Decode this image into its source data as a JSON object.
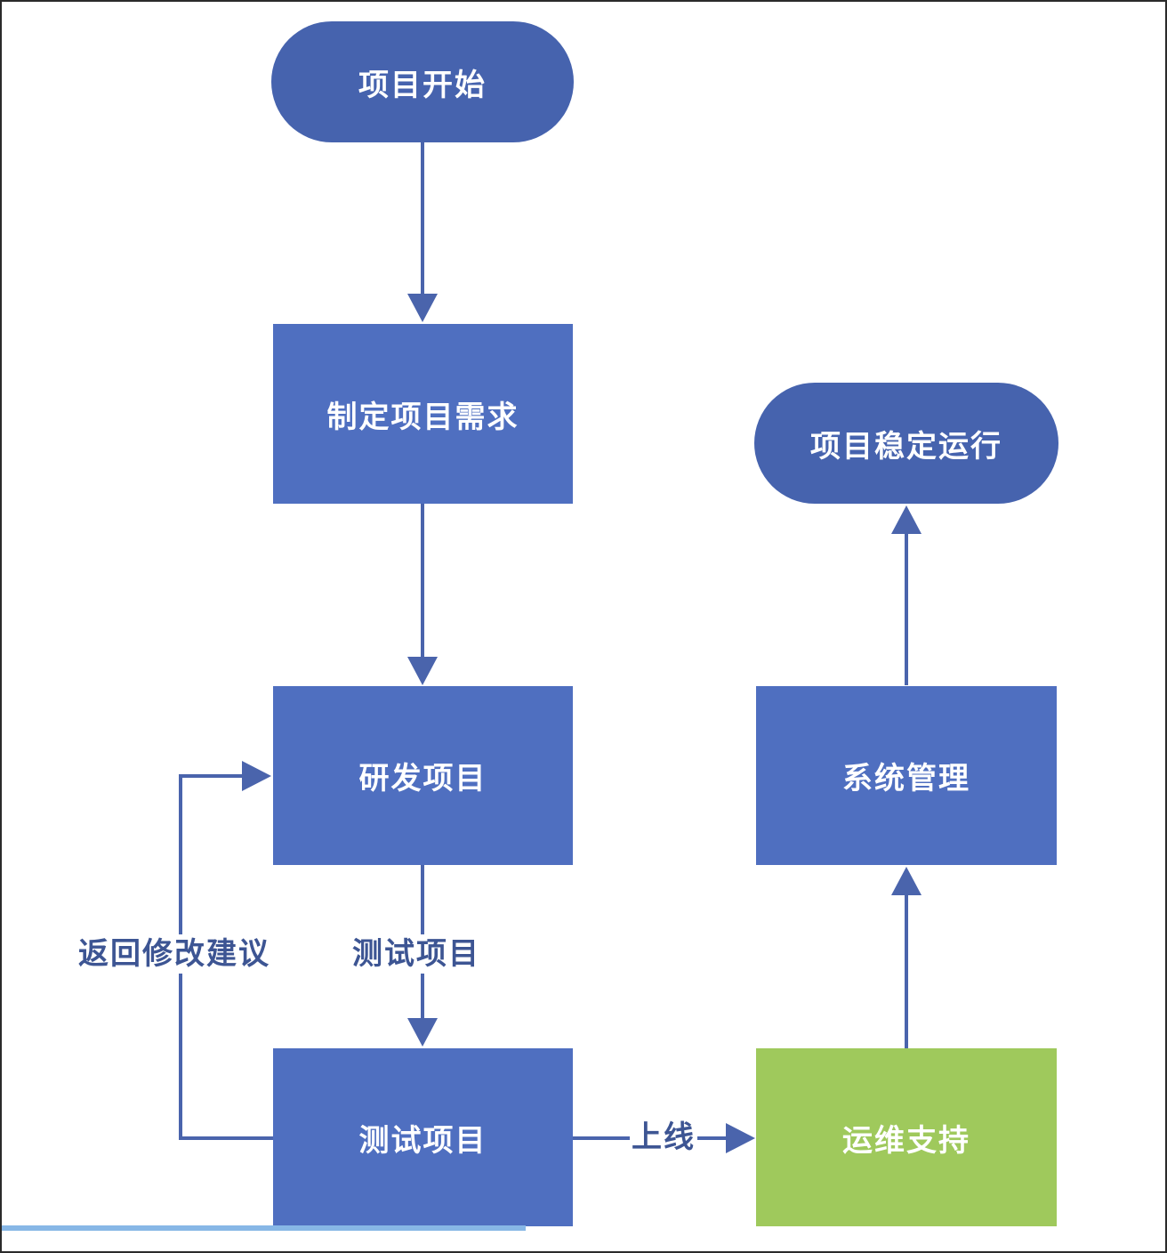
{
  "colors": {
    "terminal_fill": "#4663ae",
    "process_fill": "#4f6fc0",
    "support_fill": "#9fc95c",
    "connector": "#4a64ac",
    "label_text": "#3d5593"
  },
  "nodes": {
    "start": {
      "label": "项目开始",
      "shape": "terminal"
    },
    "requirements": {
      "label": "制定项目需求",
      "shape": "process"
    },
    "develop": {
      "label": "研发项目",
      "shape": "process"
    },
    "test": {
      "label": "测试项目",
      "shape": "process"
    },
    "support": {
      "label": "运维支持",
      "shape": "process"
    },
    "system_mgmt": {
      "label": "系统管理",
      "shape": "process"
    },
    "stable": {
      "label": "项目稳定运行",
      "shape": "terminal"
    }
  },
  "edges": [
    {
      "from": "start",
      "to": "requirements",
      "label": ""
    },
    {
      "from": "requirements",
      "to": "develop",
      "label": ""
    },
    {
      "from": "develop",
      "to": "test",
      "label": "测试项目"
    },
    {
      "from": "test",
      "to": "develop",
      "label": "返回修改建议"
    },
    {
      "from": "test",
      "to": "support",
      "label": "上线"
    },
    {
      "from": "support",
      "to": "system_mgmt",
      "label": ""
    },
    {
      "from": "system_mgmt",
      "to": "stable",
      "label": ""
    }
  ],
  "edge_labels": {
    "dev_to_test": "测试项目",
    "feedback": "返回修改建议",
    "go_live": "上线"
  },
  "progress": {
    "fraction": 0.45
  }
}
